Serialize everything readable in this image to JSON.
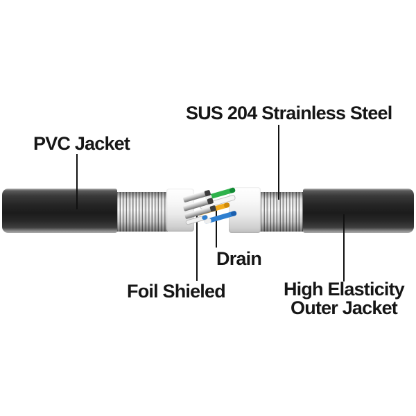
{
  "diagram": {
    "labels": {
      "sus_steel": "SUS 204 Strainless Steel",
      "pvc_jacket": "PVC Jacket",
      "drain": "Drain",
      "foil_shield": "Foil Shieled",
      "high_elasticity_line1": "High Elasticity",
      "high_elasticity_line2": "Outer Jacket"
    },
    "colors": {
      "line_color": "#111111",
      "jacket_black": "#1e1e1e",
      "braid_silver": "#c7c7c7",
      "inner_jacket_white": "#f2f2f2",
      "wire_silver": "#bdbdbd",
      "wire_green": "#2fb24c",
      "wire_green_tip": "#128a34",
      "wire_white": "#f6f6f6",
      "wire_orange": "#f2ab1c",
      "wire_orange_tip": "#cf8a0a",
      "wire_blue": "#2e7fd0",
      "wire_blue_tip": "#1b5fae",
      "wire_tip_dark": "#3c3c3c"
    }
  }
}
